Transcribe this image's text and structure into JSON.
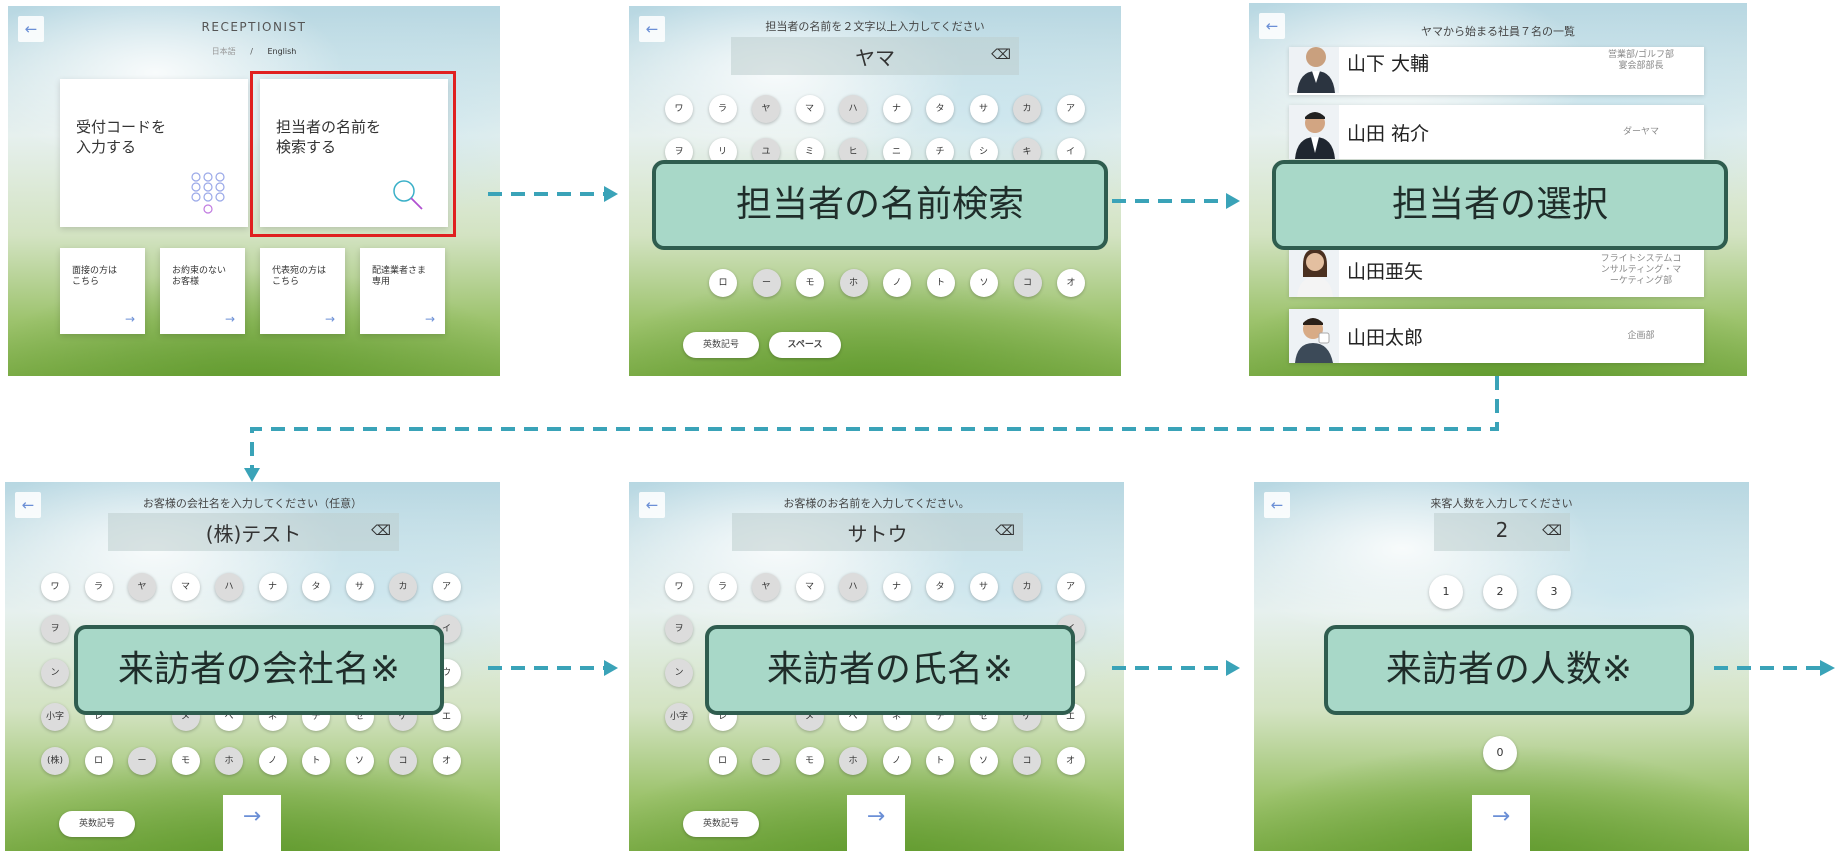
{
  "screen1": {
    "back_icon": "←",
    "title": "RECEPTIONIST",
    "lang_ja": "日本語",
    "lang_sep": "/",
    "lang_en": "English",
    "card_code": "受付コードを\n入力する",
    "card_search": "担当者の名前を\n検索する",
    "small_cards": [
      "面接の方は\nこちら",
      "お約束のない\nお客様",
      "代表宛の方は\nこちら",
      "配達業者さま\n専用"
    ],
    "highlight_color": "#e02020"
  },
  "screen2": {
    "title": "担当者の名前を２文字以上入力してください",
    "input_value": "ヤマ",
    "delete_icon": "⌫",
    "row1": [
      "ワ",
      "ラ",
      "ヤ",
      "マ",
      "ハ",
      "ナ",
      "タ",
      "サ",
      "カ",
      "ア"
    ],
    "row2": [
      "ヲ",
      "リ",
      "ユ",
      "ミ",
      "ヒ",
      "ニ",
      "チ",
      "シ",
      "キ",
      "イ"
    ],
    "row5": [
      "ロ",
      "ー",
      "モ",
      "ホ",
      "ノ",
      "ト",
      "ソ",
      "コ",
      "オ"
    ],
    "btn_alnum": "英数記号",
    "btn_space": "スペース",
    "overlay": "担当者の名前検索"
  },
  "screen3": {
    "title": "ヤマから始まる社員７名の一覧",
    "people": [
      {
        "name": "山下 大輔",
        "dept": "営業部/ゴルフ部\n宴会部部長"
      },
      {
        "name": "山田 祐介",
        "dept": "ダーヤマ"
      },
      {
        "name": "山田亜矢",
        "dept": "フライトシステムコ\nンサルティング・マ\nーケティング部"
      },
      {
        "name": "山田太郎",
        "dept": "企画部"
      }
    ],
    "overlay": "担当者の選択"
  },
  "screen4": {
    "title": "お客様の会社名を入力してください（任意）",
    "input_value": "(株)テスト",
    "row1": [
      "ワ",
      "ラ",
      "ヤ",
      "マ",
      "ハ",
      "ナ",
      "タ",
      "サ",
      "カ",
      "ア"
    ],
    "row2_left": "ヲ",
    "row2_right": "イ",
    "row3_left": "ン",
    "row3_right": "ウ",
    "row4": [
      "小字",
      "レ",
      "",
      "メ",
      "ヘ",
      "ネ",
      "テ",
      "セ",
      "ケ",
      "エ"
    ],
    "row5": [
      "(株)",
      "ロ",
      "ー",
      "モ",
      "ホ",
      "ノ",
      "ト",
      "ソ",
      "コ",
      "オ"
    ],
    "btn_alnum": "英数記号",
    "next_icon": "→",
    "overlay": "来訪者の会社名※"
  },
  "screen5": {
    "title": "お客様のお名前を入力してください。",
    "input_value": "サトウ",
    "row1": [
      "ワ",
      "ラ",
      "ヤ",
      "マ",
      "ハ",
      "ナ",
      "タ",
      "サ",
      "カ",
      "ア"
    ],
    "row2_left": "ヲ",
    "row2_right": "イ",
    "row3_left": "ン",
    "row3_right": "ウ",
    "row4": [
      "小字",
      "レ",
      "",
      "メ",
      "ヘ",
      "ネ",
      "テ",
      "セ",
      "ケ",
      "エ"
    ],
    "row5": [
      "ロ",
      "ー",
      "モ",
      "ホ",
      "ノ",
      "ト",
      "ソ",
      "コ",
      "オ"
    ],
    "btn_alnum": "英数記号",
    "next_icon": "→",
    "overlay": "来訪者の氏名※"
  },
  "screen6": {
    "title": "来客人数を入力してください",
    "input_value": "2",
    "keys": [
      "1",
      "2",
      "3",
      "0"
    ],
    "next_icon": "→",
    "overlay": "来訪者の人数※"
  },
  "colors": {
    "overlay_fill": "#a8d8c8",
    "overlay_border": "#2f5d4f",
    "flow_arrow": "#3aa3b8",
    "accent_blue": "#6b8fd6"
  }
}
